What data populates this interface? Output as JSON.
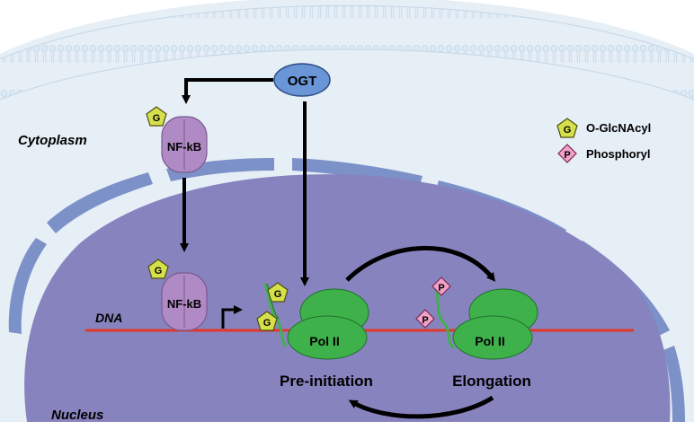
{
  "labels": {
    "cytoplasm": "Cytoplasm",
    "nucleus": "Nucleus",
    "dna": "DNA",
    "ogt": "OGT",
    "nfkb_top": "NF-kB",
    "nfkb_bottom": "NF-kB",
    "pol2_left": "Pol II",
    "pol2_right": "Pol II",
    "pre_initiation": "Pre-initiation",
    "elongation": "Elongation"
  },
  "legend": {
    "items": [
      {
        "symbol": "G",
        "label": "O-GlcNAcyl",
        "shape": "pentagon",
        "color": "#d6e04a"
      },
      {
        "symbol": "P",
        "label": "Phosphoryl",
        "shape": "diamond",
        "color": "#f2a2c8"
      }
    ]
  },
  "marks": {
    "g_symbol": "G",
    "p_symbol": "P"
  },
  "colors": {
    "cytoplasm_fill": "#e6eef6",
    "nucleus_fill": "#8783bf",
    "envelope_fill": "#7c91c7",
    "membrane_fill": "#d5e6f2",
    "ogt_fill": "#6a95d6",
    "nfkb_fill": "#b08ac4",
    "pol2_fill": "#3fb14b",
    "dna_color": "#e0382b",
    "glcnac_fill": "#d6e04a",
    "phospho_fill": "#f2a2c8"
  }
}
